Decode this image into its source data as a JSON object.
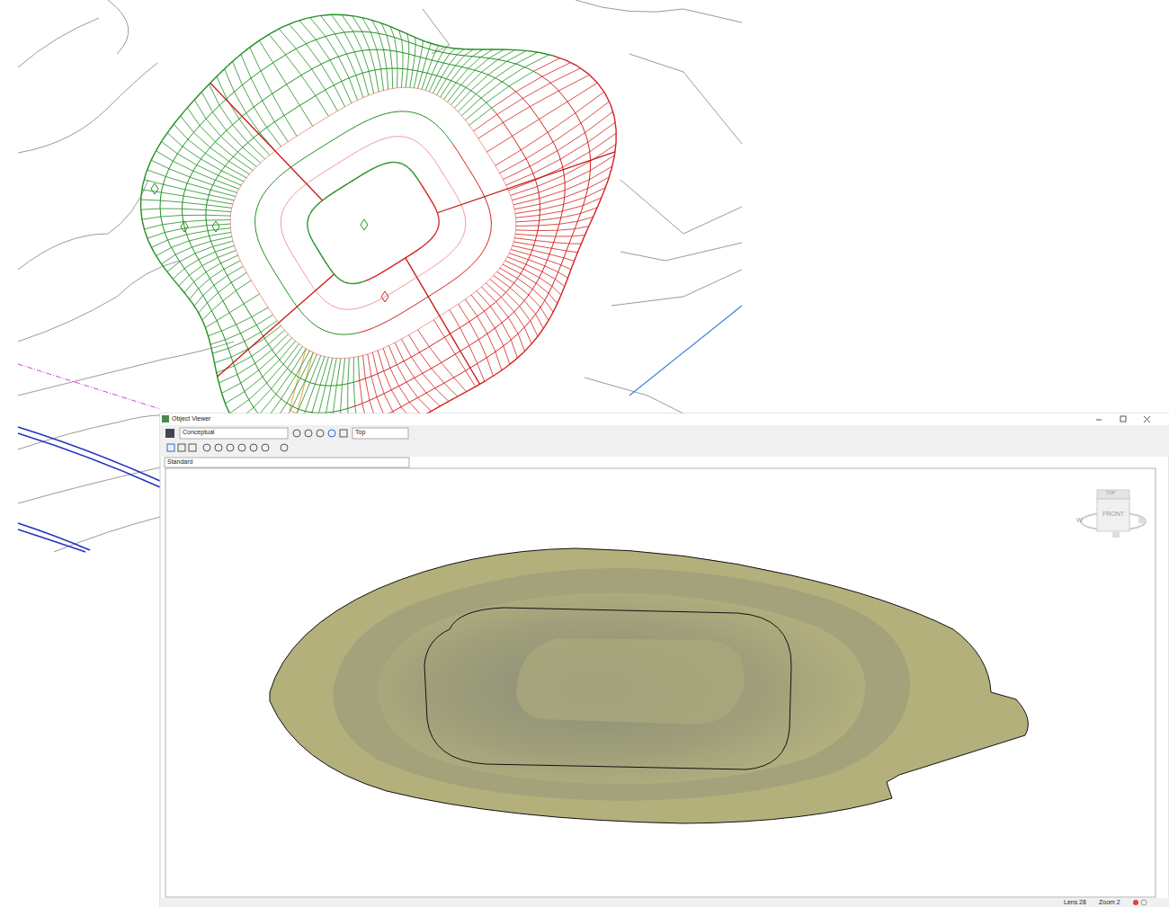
{
  "diagram": {
    "labels": [
      "Object Viewer",
      "Conceptual",
      "Top",
      "Standard",
      "FRONT",
      "TOP",
      "W",
      "Lens 28",
      "Zoom 2"
    ]
  }
}
